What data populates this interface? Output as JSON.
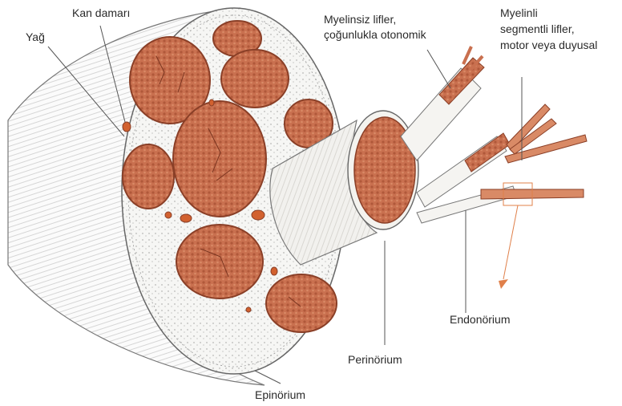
{
  "labels": {
    "fat": "Yağ",
    "blood_vessel": "Kan damarı",
    "unmyelinated": [
      "Myelinsiz lifler,",
      "çoğunlukla otonomik"
    ],
    "myelinated": [
      "Myelinli",
      "segmentli lifler,",
      "motor veya duyusal"
    ],
    "endoneurium": "Endonörium",
    "perineurium": "Perinörium",
    "epineurium": "Epinörium"
  },
  "colors": {
    "fascicle": "#c9704f",
    "fascicle_dark": "#8a3f27",
    "vessel": "#d2612f",
    "sheath": "#f0eeea",
    "line": "#555555",
    "callout": "#e0804a"
  }
}
